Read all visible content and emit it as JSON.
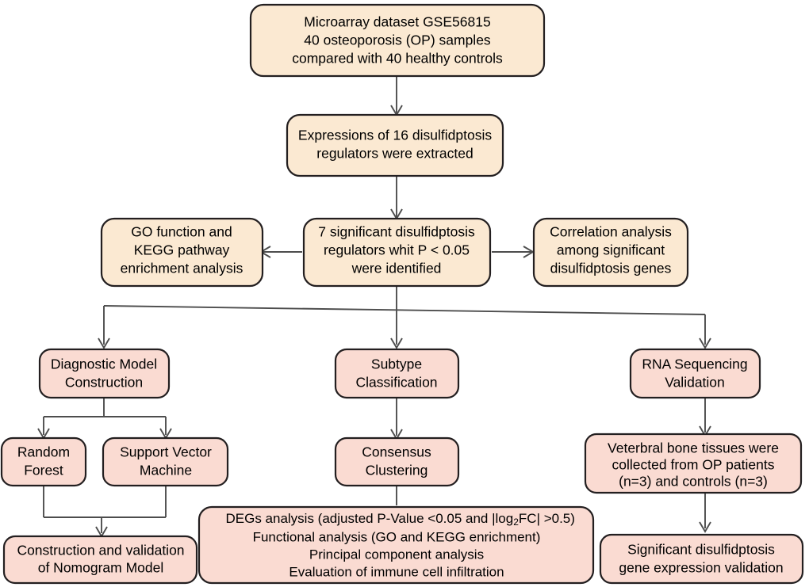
{
  "diagram": {
    "title": "Study workflow flowchart",
    "colors": {
      "cream_fill": "#fbe9d2",
      "pink_fill": "#fadbd2",
      "border": "#231f20",
      "connector": "#4d4d4d",
      "background": "#ffffff",
      "text": "#000000"
    },
    "nodes": [
      {
        "id": "dataset",
        "style": "cream",
        "lines": [
          "Microarray dataset GSE56815",
          "40 osteoporosis (OP) samples",
          "compared with 40 healthy controls"
        ]
      },
      {
        "id": "expressions",
        "style": "cream",
        "lines": [
          "Expressions of 16 disulfidptosis",
          "regulators were extracted"
        ]
      },
      {
        "id": "go-kegg",
        "style": "cream",
        "lines": [
          "GO function and",
          "KEGG pathway",
          "enrichment analysis"
        ]
      },
      {
        "id": "significant-regulators",
        "style": "cream",
        "lines": [
          "7 significant disulfidptosis",
          "regulators whit P < 0.05",
          "were identified"
        ]
      },
      {
        "id": "correlation",
        "style": "cream",
        "lines": [
          "Correlation analysis",
          "among significant",
          "disulfidptosis genes"
        ]
      },
      {
        "id": "diagnostic-model",
        "style": "pink",
        "lines": [
          "Diagnostic Model",
          "Construction"
        ]
      },
      {
        "id": "subtype-classification",
        "style": "pink",
        "lines": [
          "Subtype",
          "Classification"
        ]
      },
      {
        "id": "rna-sequencing",
        "style": "pink",
        "lines": [
          "RNA Sequencing",
          "Validation"
        ]
      },
      {
        "id": "random-forest",
        "style": "pink",
        "lines": [
          "Random",
          "Forest"
        ]
      },
      {
        "id": "support-vector-machine",
        "style": "pink",
        "lines": [
          "Support Vector",
          "Machine"
        ]
      },
      {
        "id": "consensus-clustering",
        "style": "pink",
        "lines": [
          "Consensus",
          "Clustering"
        ]
      },
      {
        "id": "vertebral-bone",
        "style": "pink",
        "lines": [
          "Veterbral bone tissues were",
          "collected from OP patients",
          "(n=3) and controls (n=3)"
        ]
      },
      {
        "id": "nomogram",
        "style": "pink",
        "lines": [
          "Construction and validation",
          "of Nomogram Model"
        ]
      },
      {
        "id": "degs-analysis",
        "style": "pink",
        "lines": [
          "DEGs analysis (adjusted P-Value <0.05 and |log2FC| >0.5)",
          "Functional analysis (GO and KEGG enrichment)",
          "Principal component analysis",
          "Evaluation of immune cell infiltration"
        ],
        "line1_parts": {
          "before": "DEGs analysis (adjusted P-Value <0.05 and |log",
          "subscript": "2",
          "after": "FC| >0.5)"
        }
      },
      {
        "id": "significant-validation",
        "style": "pink",
        "lines": [
          "Significant disulfidptosis",
          "gene expression validation"
        ]
      }
    ]
  }
}
